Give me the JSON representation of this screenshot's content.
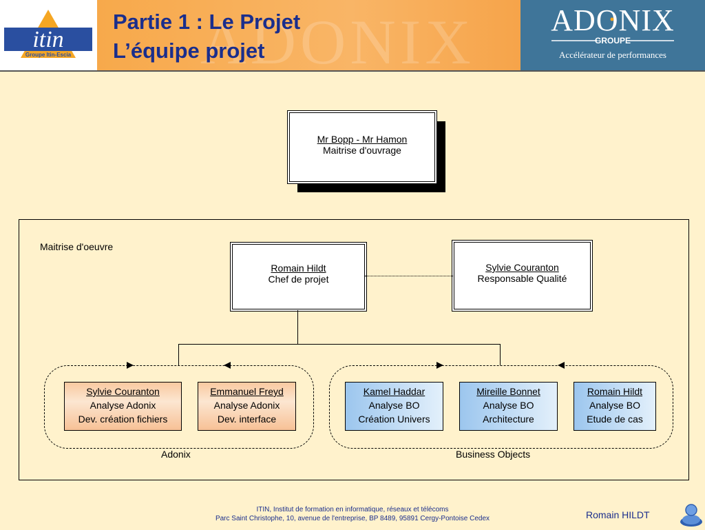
{
  "header": {
    "left_logo": {
      "wordmark": "itin",
      "subtitle": "Groupe Itin-Escia"
    },
    "title_line1": "Partie 1 : Le Projet",
    "title_line2": "L’équipe projet",
    "right_logo": {
      "wordmark": "ADONIX",
      "group": "GROUPE",
      "tagline": "Accélérateur de performances"
    }
  },
  "maitrise_ouvrage": {
    "name": "Mr Bopp - Mr Hamon",
    "role": "Maitrise d'ouvrage"
  },
  "maitrise_oeuvre": {
    "label": "Maitrise d'oeuvre",
    "lead": {
      "name": "Romain Hildt",
      "role": "Chef de projet"
    },
    "quality": {
      "name": "Sylvie Couranton",
      "role": "Responsable Qualité"
    },
    "groups": [
      {
        "caption": "Adonix",
        "members": [
          {
            "name": "Sylvie Couranton",
            "role": "Analyse Adonix",
            "task": "Dev. création fichiers"
          },
          {
            "name": "Emmanuel Freyd",
            "role": "Analyse Adonix",
            "task": "Dev. interface"
          }
        ]
      },
      {
        "caption": "Business Objects",
        "members": [
          {
            "name": "Kamel Haddar",
            "role": "Analyse BO",
            "task": "Création Univers"
          },
          {
            "name": "Mireille Bonnet",
            "role": "Analyse BO",
            "task": "Architecture"
          },
          {
            "name": "Romain Hildt",
            "role": "Analyse BO",
            "task": "Etude de cas"
          }
        ]
      }
    ]
  },
  "footer": {
    "line1": "ITIN, Institut de formation en informatique, réseaux et télécoms",
    "line2": "Parc Saint Christophe, 10, avenue de l'entreprise, BP 8489, 95891 Cergy-Pontoise Cedex",
    "author": "Romain HILDT"
  },
  "colors": {
    "background": "#FFF2CC",
    "title_band": "#F7A94B",
    "title_text": "#1A2E8C",
    "adonix_band": "#3F7599",
    "card_orange": "#FAD2AE",
    "card_blue": "#9CC6EE"
  },
  "icons": [
    "user-icon"
  ]
}
